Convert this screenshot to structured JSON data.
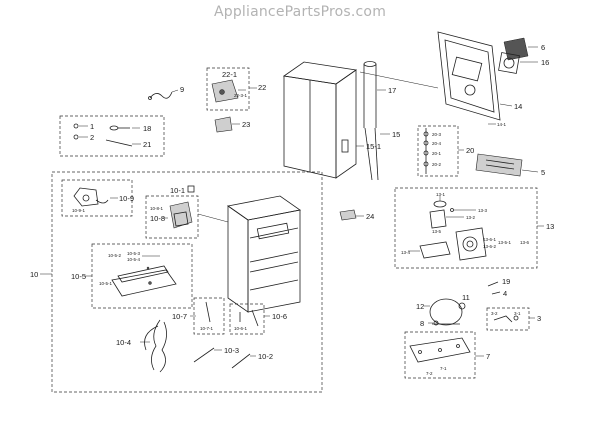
{
  "watermark": "AppliancePartsPros.com",
  "labels": {
    "l9": "9",
    "l22_1": "22-1",
    "l22": "22",
    "l22_3_1": "22-3-1",
    "l23": "23",
    "l1": "1",
    "l2": "2",
    "l18": "18",
    "l21": "21",
    "l17": "17",
    "l15": "15",
    "l15_1": "15-1",
    "l6": "6",
    "l16": "16",
    "l14": "14",
    "l14_1": "14-1",
    "l20": "20",
    "l20_3": "20-3",
    "l20_4": "20-4",
    "l20_1": "20-1",
    "l20_2": "20-2",
    "l5": "5",
    "l24": "24",
    "l13": "13",
    "l13_1": "13-1",
    "l13_3": "13-3",
    "l13_2": "13-2",
    "l13_5": "13-5",
    "l13_4": "13-4",
    "l13_6": "13-6",
    "l13_6_1": "13-6-1",
    "l13_6_2": "13-6-2",
    "l13_5_1": "13-5-1",
    "l19": "19",
    "l4": "4",
    "l3": "3",
    "l3_1": "3-1",
    "l3_2": "3-2",
    "l11": "11",
    "l12": "12",
    "l8": "8",
    "l10": "10",
    "l7": "7",
    "l7_1": "7-1",
    "l7_2": "7-2",
    "l10_9": "10-9",
    "l10_9_1": "10-9-1",
    "l10_1": "10-1",
    "l10_8": "10-8",
    "l10_8_1": "10-8-1",
    "l10_5_2": "10-5-2",
    "l10_5_3": "10-5-3",
    "l10_5_4": "10-5-4",
    "l10_5": "10-5",
    "l10_5_1": "10-5-1",
    "l10_7": "10-7",
    "l10_7_1": "10-7-1",
    "l10_6": "10-6",
    "l10_6_1": "10-6-1",
    "l10_4": "10-4",
    "l10_3": "10-3",
    "l10_2": "10-2"
  }
}
